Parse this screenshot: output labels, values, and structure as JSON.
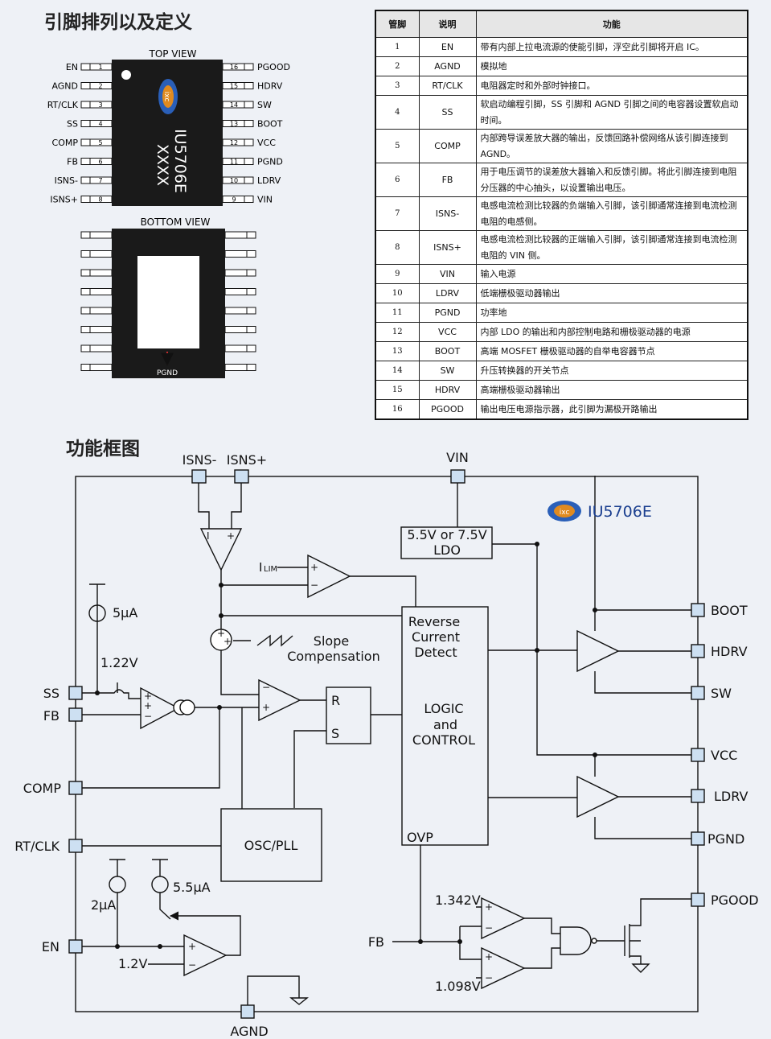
{
  "headings": {
    "pinout": "引脚排列以及定义",
    "block": "功能框图"
  },
  "package": {
    "top_view": "TOP VIEW",
    "bottom_view": "BOTTOM VIEW",
    "chip_name": "IU5706E",
    "chip_code": "XXXX",
    "pad_label": "PGND",
    "logo_text": "ixc",
    "left_pins": [
      {
        "num": "1",
        "name": "EN"
      },
      {
        "num": "2",
        "name": "AGND"
      },
      {
        "num": "3",
        "name": "RT/CLK"
      },
      {
        "num": "4",
        "name": "SS"
      },
      {
        "num": "5",
        "name": "COMP"
      },
      {
        "num": "6",
        "name": "FB"
      },
      {
        "num": "7",
        "name": "ISNS-"
      },
      {
        "num": "8",
        "name": "ISNS+"
      }
    ],
    "right_pins": [
      {
        "num": "16",
        "name": "PGOOD"
      },
      {
        "num": "15",
        "name": "HDRV"
      },
      {
        "num": "14",
        "name": "SW"
      },
      {
        "num": "13",
        "name": "BOOT"
      },
      {
        "num": "12",
        "name": "VCC"
      },
      {
        "num": "11",
        "name": "PGND"
      },
      {
        "num": "10",
        "name": "LDRV"
      },
      {
        "num": "9",
        "name": "VIN"
      }
    ]
  },
  "pin_table": {
    "headers": [
      "管脚",
      "说明",
      "功能"
    ],
    "rows": [
      {
        "pin": "1",
        "name": "EN",
        "desc": "带有内部上拉电流源的使能引脚，浮空此引脚将开启 IC。"
      },
      {
        "pin": "2",
        "name": "AGND",
        "desc": "模拟地"
      },
      {
        "pin": "3",
        "name": "RT/CLK",
        "desc": "电阻器定时和外部时钟接口。"
      },
      {
        "pin": "4",
        "name": "SS",
        "desc": "软启动编程引脚，SS 引脚和 AGND 引脚之间的电容器设置软启动时间。"
      },
      {
        "pin": "5",
        "name": "COMP",
        "desc": "内部跨导误差放大器的输出，反馈回路补偿网络从该引脚连接到 AGND。"
      },
      {
        "pin": "6",
        "name": "FB",
        "desc": "用于电压调节的误差放大器输入和反馈引脚。将此引脚连接到电阻分压器的中心抽头，以设置输出电压。"
      },
      {
        "pin": "7",
        "name": "ISNS-",
        "desc": "电感电流检测比较器的负端输入引脚，该引脚通常连接到电流检测电阻的电感侧。"
      },
      {
        "pin": "8",
        "name": "ISNS+",
        "desc": "电感电流检测比较器的正端输入引脚，该引脚通常连接到电流检测电阻的 VIN 侧。"
      },
      {
        "pin": "9",
        "name": "VIN",
        "desc": "输入电源"
      },
      {
        "pin": "10",
        "name": "LDRV",
        "desc": "低端栅极驱动器输出"
      },
      {
        "pin": "11",
        "name": "PGND",
        "desc": "功率地"
      },
      {
        "pin": "12",
        "name": "VCC",
        "desc": "内部 LDO 的输出和内部控制电路和栅极驱动器的电源"
      },
      {
        "pin": "13",
        "name": "BOOT",
        "desc": "高端 MOSFET 栅极驱动器的自举电容器节点"
      },
      {
        "pin": "14",
        "name": "SW",
        "desc": "升压转换器的开关节点"
      },
      {
        "pin": "15",
        "name": "HDRV",
        "desc": "高端栅极驱动器输出"
      },
      {
        "pin": "16",
        "name": "PGOOD",
        "desc": "输出电压电源指示器，此引脚为漏极开路输出"
      }
    ]
  },
  "block_diagram": {
    "brand": "IU5706E",
    "logo_text": "ixc",
    "pins": {
      "isns_minus": "ISNS-",
      "isns_plus": "ISNS+",
      "vin": "VIN",
      "ss": "SS",
      "fb": "FB",
      "comp": "COMP",
      "rtclk": "RT/CLK",
      "en": "EN",
      "agnd": "AGND",
      "boot": "BOOT",
      "hdrv": "HDRV",
      "sw": "SW",
      "vcc": "VCC",
      "ldrv": "LDRV",
      "pgnd": "PGND",
      "pgood": "PGOOD",
      "fb_internal": "FB"
    },
    "blocks": {
      "ldo_line1": "5.5V or 7.5V",
      "ldo_line2": "LDO",
      "reverse1": "Reverse",
      "reverse2": "Current",
      "reverse3": "Detect",
      "logic1": "LOGIC",
      "logic2": "and",
      "logic3": "CONTROL",
      "ovp": "OVP",
      "osc": "OSC/PLL",
      "latch_r": "R",
      "latch_s": "S"
    },
    "labels": {
      "ilim": "I",
      "ilim_sub": "LIM",
      "slope1": "Slope",
      "slope2": "Compensation",
      "i5ua": "5μA",
      "v122": "1.22V",
      "i2ua": "2μA",
      "i55ua": "5.5μA",
      "v12": "1.2V",
      "v1342": "1.342V",
      "v1098": "1.098V"
    }
  }
}
